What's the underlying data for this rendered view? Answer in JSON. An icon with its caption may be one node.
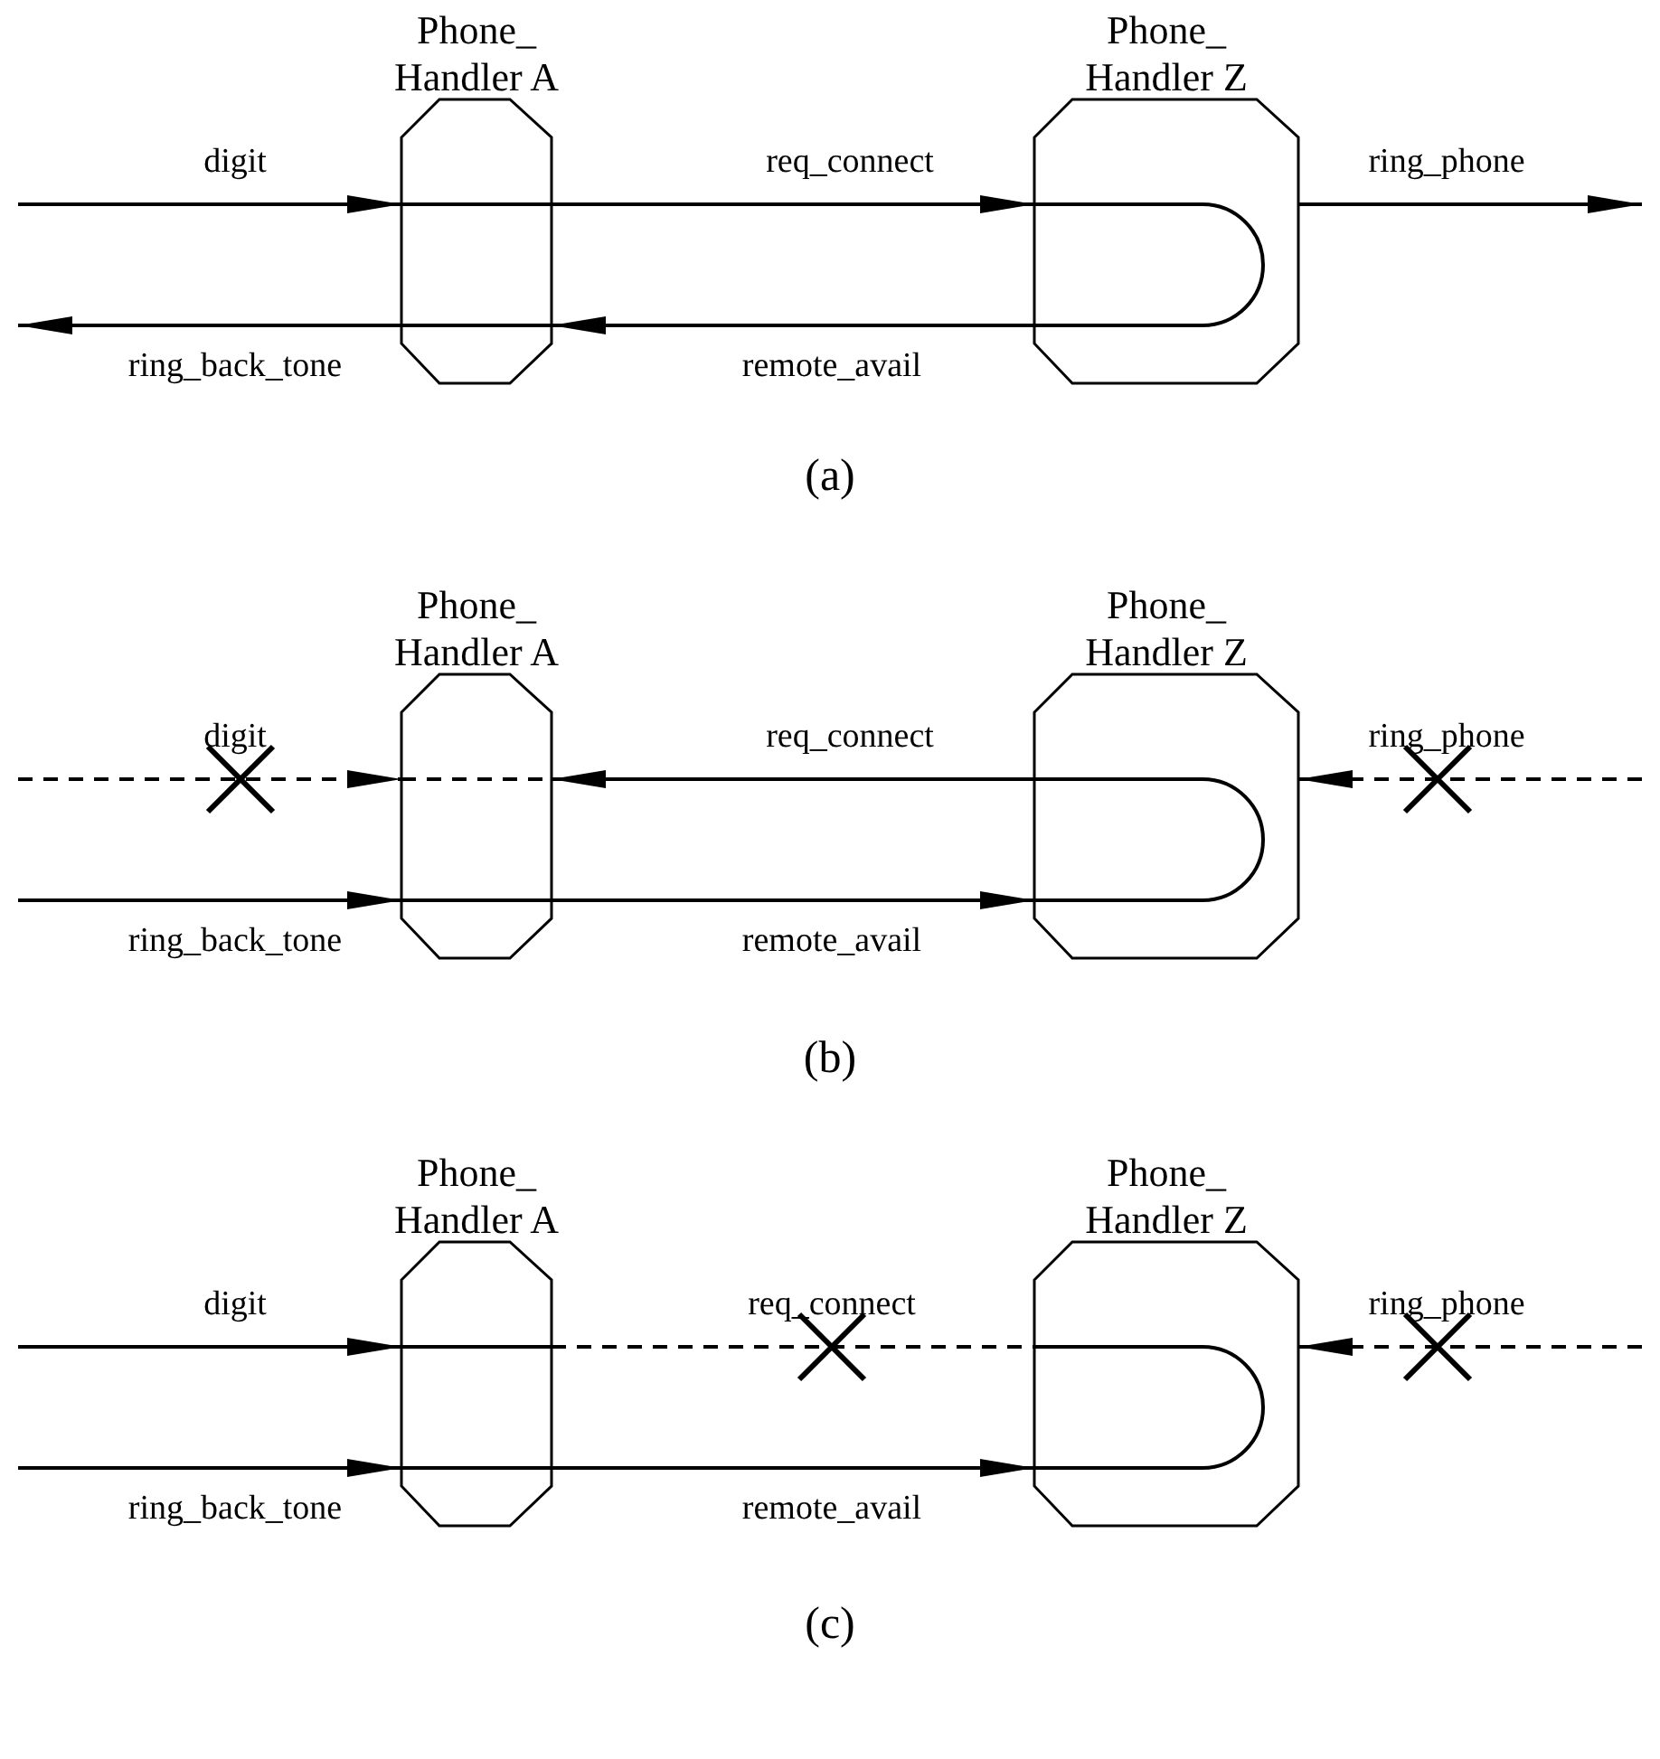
{
  "diagram": {
    "nodes": [
      {
        "text": [
          "Phone_ Handler A"
        ]
      },
      {
        "text": [
          "Phone_ Handler Z"
        ]
      },
      {
        "text": [
          "Phone_ Handler A"
        ]
      },
      {
        "text": [
          "Phone_ Handler Z"
        ]
      },
      {
        "text": [
          "Phone_ Handler A"
        ]
      },
      {
        "text": [
          "Phone_ Handler Z"
        ]
      }
    ],
    "edges": [
      {
        "from": null,
        "to": 0,
        "arrow": "to",
        "label": "digit"
      },
      {
        "from": 0,
        "to": 1,
        "arrow": "to",
        "label": "req_connect"
      },
      {
        "from": 1,
        "to": null,
        "arrow": "to",
        "label": "ring_phone"
      },
      {
        "from": 1,
        "to": 0,
        "arrow": "to",
        "label": "remote_avail"
      },
      {
        "from": 0,
        "to": null,
        "arrow": "to",
        "label": "ring_back_tone"
      },
      {
        "from": null,
        "to": 2,
        "arrow": "to",
        "label": "digit",
        "style": "dashed"
      },
      {
        "from": 3,
        "to": 2,
        "arrow": "to",
        "label": "req_connect"
      },
      {
        "from": null,
        "to": 3,
        "arrow": "to",
        "label": "ring_phone",
        "style": "dashed"
      },
      {
        "from": null,
        "to": 2,
        "arrow": "to",
        "label": "ring_back_tone"
      },
      {
        "from": 2,
        "to": 3,
        "arrow": "to",
        "label": "remote_avail"
      },
      {
        "from": null,
        "to": 4,
        "arrow": "to",
        "label": "digit"
      },
      {
        "from": 4,
        "to": 5,
        "arrow": "none",
        "label": "req_connect",
        "style": "dashed"
      },
      {
        "from": null,
        "to": 5,
        "arrow": "to",
        "label": "ring_phone",
        "style": "dashed"
      },
      {
        "from": null,
        "to": 4,
        "arrow": "to",
        "label": "ring_back_tone"
      },
      {
        "from": 4,
        "to": 5,
        "arrow": "to",
        "label": "remote_avail"
      }
    ],
    "labels": [
      "(a)",
      "(b)",
      "(c)"
    ]
  }
}
